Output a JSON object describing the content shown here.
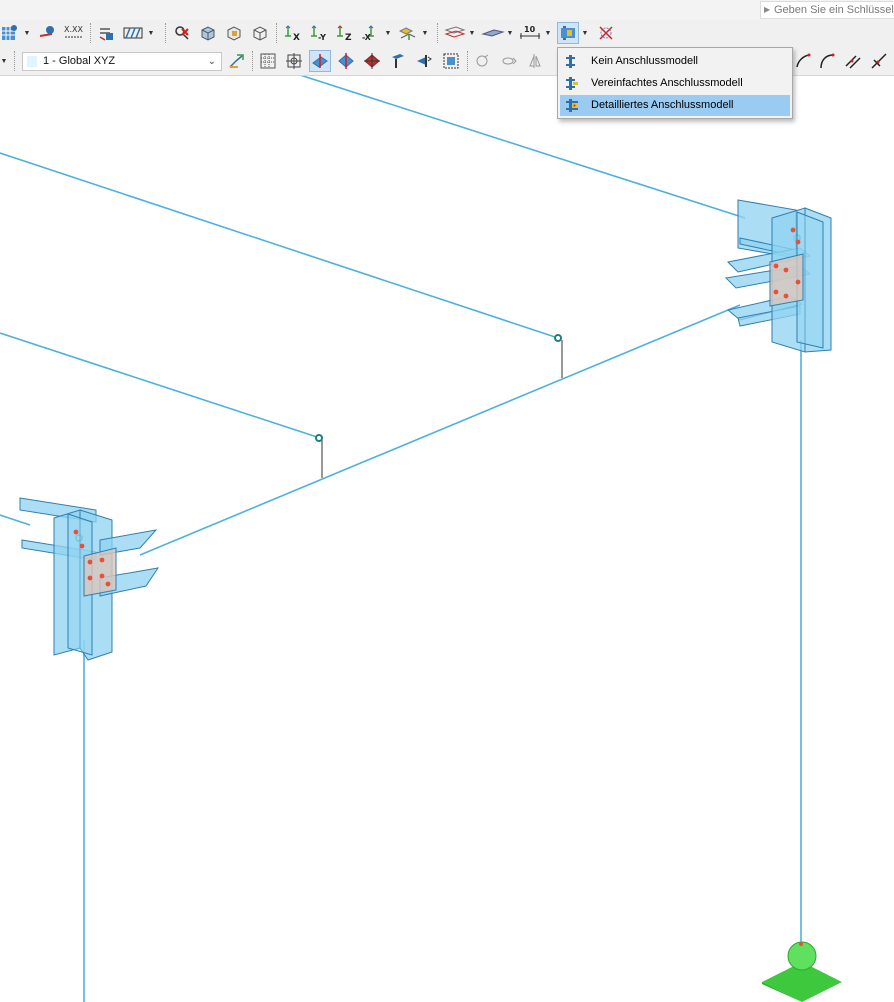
{
  "search": {
    "placeholder": "Geben Sie ein Schlüssel"
  },
  "view_combo": {
    "selected": "1 - Global XYZ"
  },
  "connection_menu": {
    "items": [
      {
        "label": "Kein Anschlussmodell",
        "selected": false
      },
      {
        "label": "Vereinfachtes Anschlussmodell",
        "selected": false
      },
      {
        "label": "Detailliertes Anschlussmodell",
        "selected": true
      }
    ]
  },
  "toolbar_row1": [
    "grid-display-icon",
    "result-probe-icon",
    "numbering-icon",
    "render-options-icon",
    "surface-hatch-icon",
    "delete-icon",
    "solid-view-icon",
    "transparent-view-icon",
    "wireframe-view-icon",
    "view-x-icon",
    "view-minus-y-icon",
    "view-z-icon",
    "view-minus-x-icon",
    "iso-view-icon",
    "section-plane-icon",
    "surface-display-icon",
    "dimension-icon",
    "connection-model-icon",
    "connection-detail-icon"
  ],
  "toolbar_row1_text": {
    "numbering_label": "X.XX",
    "view_x": "X",
    "view_minus_y": "-Y",
    "view_z": "Z",
    "view_minus_x": "-X",
    "dimension_label": "10"
  },
  "toolbar_row2": [
    "coordinate-system-icon",
    "grid-icon",
    "snap-node-icon",
    "snap-member-icon",
    "snap-surface-icon",
    "snap-solid-icon",
    "snap-edge-icon",
    "snap-area-icon",
    "snap-frame-icon",
    "rotate-icon",
    "move-icon",
    "mirror-icon",
    "arc-icon",
    "curve-icon",
    "parallel-icon",
    "cross-line-icon"
  ],
  "colors": {
    "member_line": "#4fb0e0",
    "connection_fill": "#8fd3f2",
    "connection_edge": "#2f7fb0",
    "support": "#3ec83e",
    "hinge": "#1f7f7f",
    "bolt": "#e8503a"
  }
}
